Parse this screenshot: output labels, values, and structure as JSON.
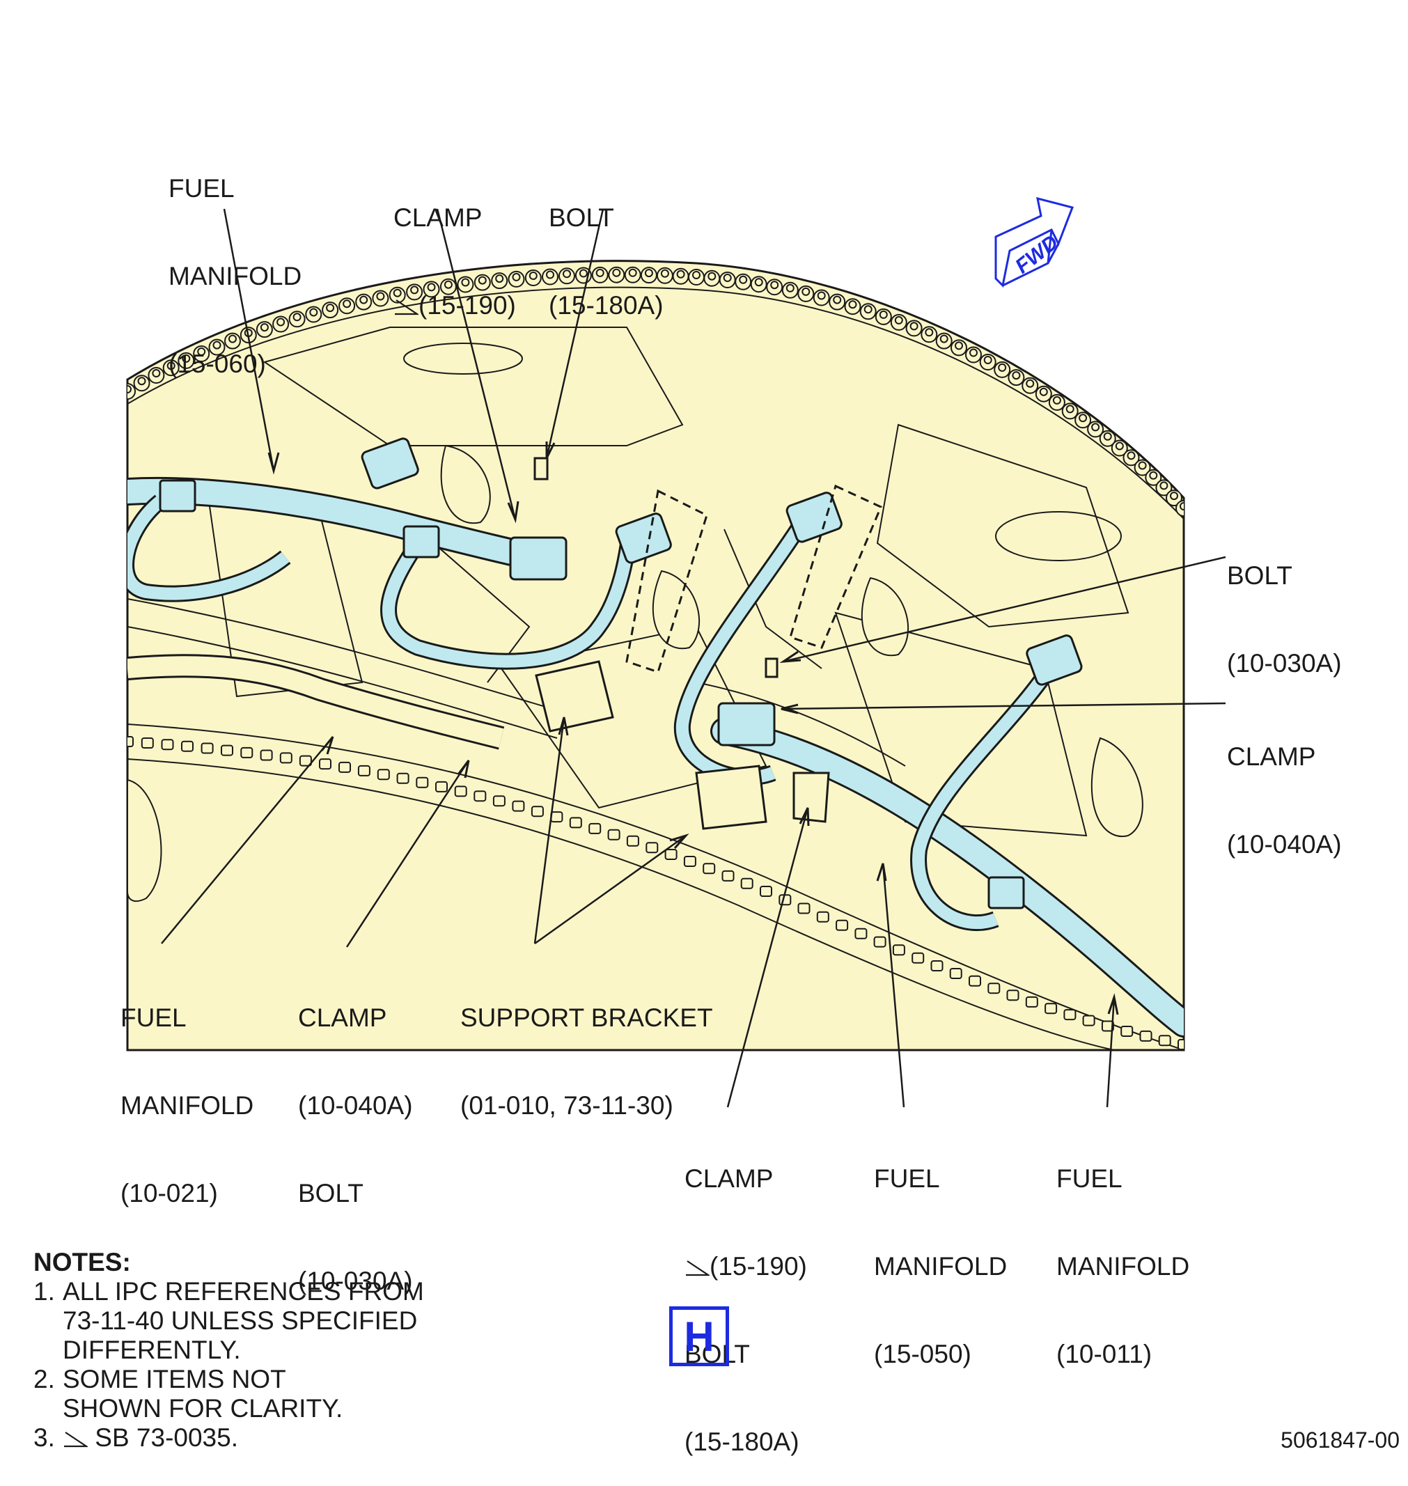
{
  "callouts": {
    "fuel_manifold_15_060": [
      "FUEL",
      "MANIFOLD",
      "(15-060)"
    ],
    "clamp_15_190_top": [
      "CLAMP",
      "(15-190)"
    ],
    "bolt_15_180a_top": [
      "BOLT",
      "(15-180A)"
    ],
    "bolt_10_030a_right": [
      "BOLT",
      "(10-030A)"
    ],
    "clamp_10_040a_right": [
      "CLAMP",
      "(10-040A)"
    ],
    "fuel_manifold_10_021": [
      "FUEL",
      "MANIFOLD",
      "(10-021)"
    ],
    "clamp_bolt_left": [
      "CLAMP",
      "(10-040A)",
      "BOLT",
      "(10-030A)"
    ],
    "support_bracket": [
      "SUPPORT BRACKET",
      "(01-010, 73-11-30)"
    ],
    "clamp_bolt_bottom": [
      "CLAMP",
      "(15-190)",
      "BOLT",
      "(15-180A)"
    ],
    "fuel_manifold_15_050": [
      "FUEL",
      "MANIFOLD",
      "(15-050)"
    ],
    "fuel_manifold_10_011": [
      "FUEL",
      "MANIFOLD",
      "(10-011)"
    ]
  },
  "fwd_arrow": "FWD",
  "notes": {
    "heading": "NOTES:",
    "items": [
      {
        "num": "1.",
        "lines": [
          "ALL IPC REFERENCES FROM",
          "73-11-40 UNLESS SPECIFIED",
          "DIFFERENTLY."
        ]
      },
      {
        "num": "2.",
        "lines": [
          "SOME ITEMS NOT",
          "SHOWN FOR CLARITY."
        ]
      },
      {
        "num": "3.",
        "lines": [
          "SB 73-0035."
        ]
      }
    ]
  },
  "sheet_letter": "H",
  "drawing_number": "5061847-00",
  "colors": {
    "engine_fill": "#fbf6c8",
    "manifold_fill": "#bfe9ee",
    "line": "#1a1a1a",
    "fwd_blue": "#1d2be0"
  }
}
